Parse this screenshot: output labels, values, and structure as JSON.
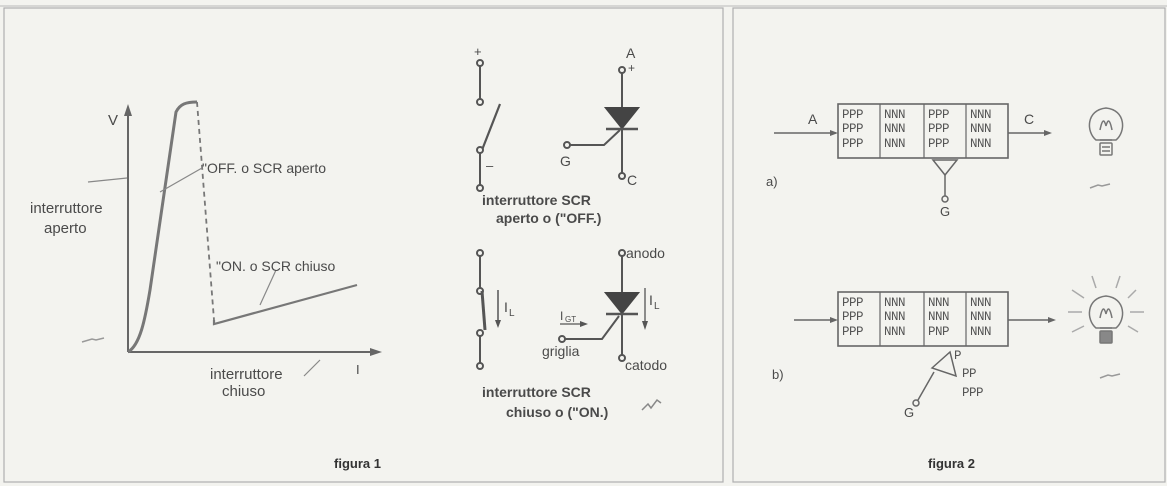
{
  "figure1": {
    "caption": "figura 1",
    "graph": {
      "y_axis_label": "V",
      "x_axis_label": "I",
      "label_open_switch_line1": "interruttore",
      "label_open_switch_line2": "aperto",
      "label_off": "\"OFF. o SCR aperto",
      "label_on": "\"ON. o SCR chiuso",
      "label_closed_switch_line1": "interruttore",
      "label_closed_switch_line2": "chiuso"
    },
    "open_state": {
      "plus": "+",
      "minus": "–",
      "anode_letter": "A",
      "anode_plus": "+",
      "gate_letter": "G",
      "cathode_letter": "C",
      "caption_line1": "interruttore SCR",
      "caption_line2": "aperto o (\"OFF.)"
    },
    "closed_state": {
      "current_switch": "I",
      "current_switch_sub": "L",
      "current_scr": "I",
      "current_scr_sub": "L",
      "gate_current": "I",
      "gate_current_sub": "GT",
      "anode_label": "anodo",
      "gate_label": "griglia",
      "cathode_label": "catodo",
      "caption_line1": "interruttore SCR",
      "caption_line2": "chiuso o (\"ON.)"
    }
  },
  "figure2": {
    "caption": "figura 2",
    "a": {
      "label": "a)",
      "input_label": "A",
      "output_label": "C",
      "gate_label": "G",
      "blocks": [
        [
          "PPP",
          "PPP",
          "PPP"
        ],
        [
          "NNN",
          "NNN",
          "NNN"
        ],
        [
          "PPP",
          "PPP",
          "PPP"
        ],
        [
          "NNN",
          "NNN",
          "NNN"
        ]
      ]
    },
    "b": {
      "label": "b)",
      "gate_label": "G",
      "blocks": [
        [
          "PPP",
          "PPP",
          "PPP"
        ],
        [
          "NNN",
          "NNN",
          "NNN"
        ],
        [
          "NNN",
          "NNN",
          "PNP"
        ],
        [
          "NNN",
          "NNN",
          "NNN"
        ]
      ],
      "gate_stack": [
        "P",
        "PP",
        "PPP"
      ]
    }
  }
}
